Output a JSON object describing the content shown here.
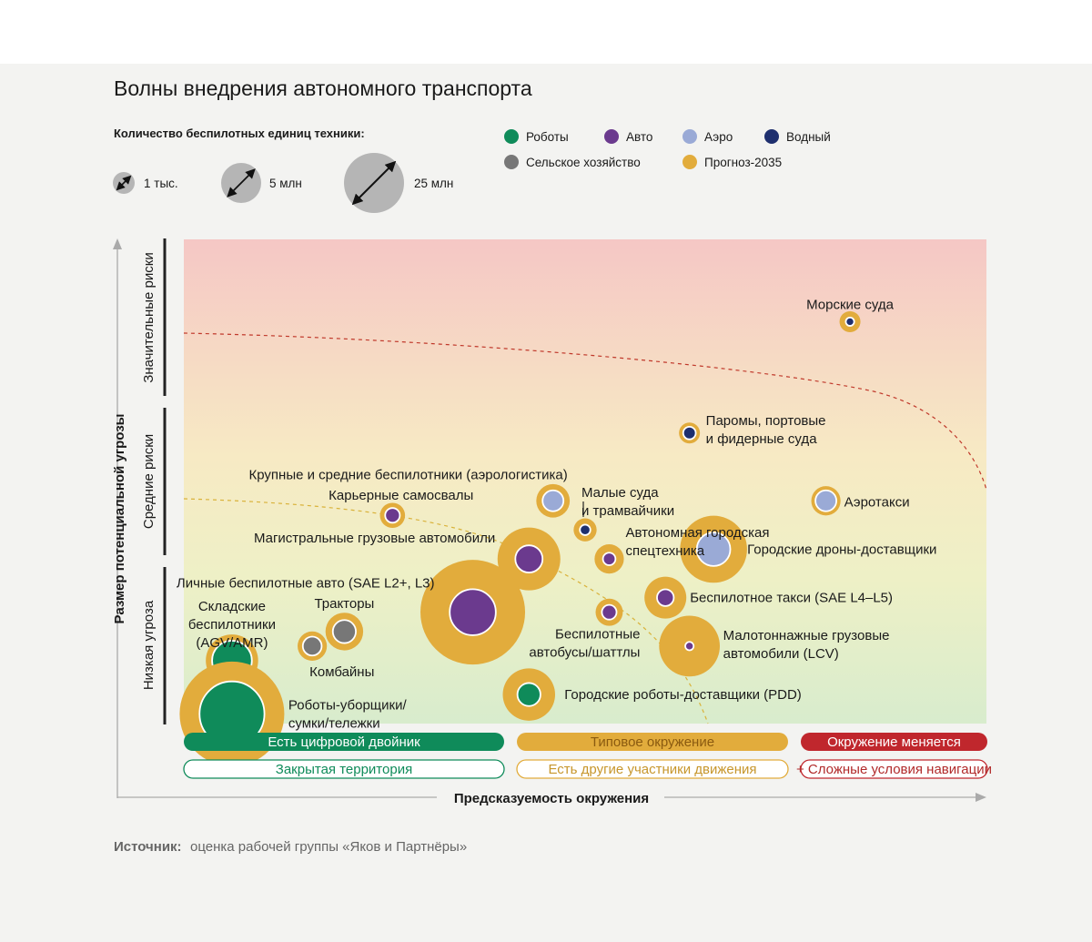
{
  "title": "Волны внедрения автономного транспорта",
  "size_legend": {
    "heading": "Количество беспилотных единиц техники:",
    "items": [
      "1 тыс.",
      "5 млн",
      "25 млн"
    ]
  },
  "category_legend": [
    {
      "label": "Роботы",
      "color": "#0f8b5a",
      "icon": "dot"
    },
    {
      "label": "Авто",
      "color": "#6b3a8e",
      "icon": "dot"
    },
    {
      "label": "Аэро",
      "color": "#9aaad6",
      "icon": "dot"
    },
    {
      "label": "Водный",
      "color": "#1e2f6e",
      "icon": "dot"
    },
    {
      "label": "Сельское хозяйство",
      "color": "#777777",
      "icon": "dot"
    },
    {
      "label": "Прогноз-2035",
      "color": "#e2ac3c",
      "icon": "dot"
    }
  ],
  "colors": {
    "forecast": "#e2ac3c",
    "robots": "#0f8b5a",
    "auto": "#6b3a8e",
    "aero": "#9aaad6",
    "water": "#1e2f6e",
    "agri": "#777777",
    "dash_red": "#c0392b",
    "dash_yellow": "#d9b23a"
  },
  "risk_bands": [
    "Значительные риски",
    "Средние риски",
    "Низкая угроза"
  ],
  "y_axis_label": "Размер потенциальной угрозы",
  "x_axis_label": "Предсказуемость окружения",
  "bottom_bars_row1": [
    {
      "label": "Есть цифровой двойник",
      "style": "filled",
      "color": "#0f8b5a",
      "text_color": "#ffffff"
    },
    {
      "label": "Типовое окружение",
      "style": "filled",
      "color": "#e2ac3c",
      "text_color": "#8a5a10"
    },
    {
      "label": "Окружение меняется",
      "style": "filled",
      "color": "#c0272d",
      "text_color": "#ffffff"
    }
  ],
  "bottom_bars_row2": [
    {
      "label": "Закрытая территория",
      "style": "outline",
      "color": "#0f8b5a",
      "text_color": "#0f8b5a"
    },
    {
      "label": "Есть другие участники движения",
      "style": "outline",
      "color": "#e2ac3c",
      "text_color": "#c7962c"
    },
    {
      "label": "+ Сложные условия навигации",
      "style": "outline",
      "color": "#c0272d",
      "text_color": "#b12a2a"
    }
  ],
  "source": {
    "bold": "Источник:",
    "text": "оценка рабочей группы «Яков и Партнёры»"
  },
  "chart_data": {
    "type": "scatter",
    "title": "Волны внедрения автономного транспорта",
    "xlabel": "Предсказуемость окружения",
    "ylabel": "Размер потенциальной угрозы",
    "x_scale": "qualitative",
    "y_scale": "qualitative",
    "grid": false,
    "legend": "top",
    "points": [
      {
        "label": "Морские суда",
        "category": "water",
        "x": 0.83,
        "y": 0.83,
        "current": 0.4,
        "forecast": 1.0
      },
      {
        "label": "Паромы, портовые\nи фидерные суда",
        "category": "water",
        "x": 0.63,
        "y": 0.6,
        "current": 0.6,
        "forecast": 1.0
      },
      {
        "label": "Аэротакси",
        "category": "aero",
        "x": 0.8,
        "y": 0.46,
        "current": 1.0,
        "forecast": 1.4
      },
      {
        "label": "Городские дроны-доставщики",
        "category": "aero",
        "x": 0.66,
        "y": 0.36,
        "current": 1.6,
        "forecast": 3.2
      },
      {
        "label": "Крупные и средние беспилотники (аэрологистика)",
        "category": "aero",
        "x": 0.46,
        "y": 0.46,
        "current": 1.0,
        "forecast": 1.6
      },
      {
        "label": "Малые суда\nи трамвайчики",
        "category": "water",
        "x": 0.5,
        "y": 0.4,
        "current": 0.5,
        "forecast": 1.1
      },
      {
        "label": "Автономная городская\nспецтехника",
        "category": "auto",
        "x": 0.53,
        "y": 0.34,
        "current": 0.6,
        "forecast": 1.4
      },
      {
        "label": "Карьерные самосвалы",
        "category": "auto",
        "x": 0.26,
        "y": 0.43,
        "current": 0.7,
        "forecast": 1.2
      },
      {
        "label": "Магистральные грузовые автомобили",
        "category": "auto",
        "x": 0.43,
        "y": 0.34,
        "current": 1.3,
        "forecast": 3.0
      },
      {
        "label": "Личные беспилотные авто (SAE L2+, L3)",
        "category": "auto",
        "x": 0.36,
        "y": 0.23,
        "current": 2.2,
        "forecast": 5.0
      },
      {
        "label": "Беспилотное такси (SAE L4–L5)",
        "category": "auto",
        "x": 0.6,
        "y": 0.26,
        "current": 0.8,
        "forecast": 2.0
      },
      {
        "label": "Беспилотные\nавтобусы/шаттлы",
        "category": "auto",
        "x": 0.53,
        "y": 0.23,
        "current": 0.7,
        "forecast": 1.3
      },
      {
        "label": "Малотоннажные грузовые\nавтомобили (LCV)",
        "category": "auto",
        "x": 0.63,
        "y": 0.16,
        "current": 0.4,
        "forecast": 2.9
      },
      {
        "label": "Городские роботы-доставщики (PDD)",
        "category": "robots",
        "x": 0.43,
        "y": 0.06,
        "current": 1.1,
        "forecast": 2.5
      },
      {
        "label": "Тракторы",
        "category": "agri",
        "x": 0.2,
        "y": 0.19,
        "current": 1.1,
        "forecast": 1.8
      },
      {
        "label": "Комбайны",
        "category": "agri",
        "x": 0.16,
        "y": 0.16,
        "current": 0.9,
        "forecast": 1.4
      },
      {
        "label": "Складские\nбеспилотники\n(AGV/AMR)",
        "category": "robots",
        "x": 0.06,
        "y": 0.13,
        "current": 1.9,
        "forecast": 2.5
      },
      {
        "label": "Роботы-уборщики/\nсумки/тележки",
        "category": "robots",
        "x": 0.06,
        "y": 0.02,
        "current": 3.1,
        "forecast": 5.0
      }
    ]
  }
}
